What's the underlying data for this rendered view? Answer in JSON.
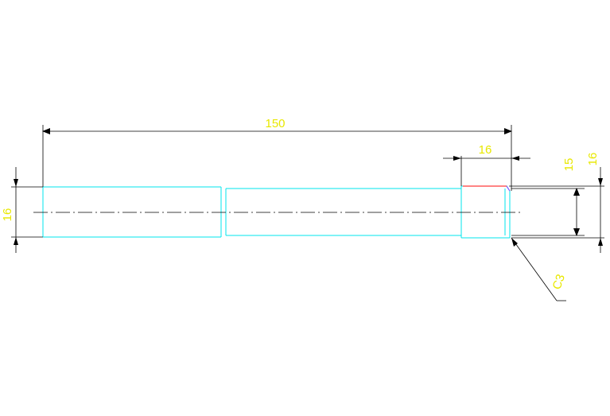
{
  "colors": {
    "page_background": "#ffffff",
    "geometry_line": "#00e5ee",
    "dimension_line": "#000000",
    "dimension_text": "#e8e800",
    "chamfer_line": "#ff3b3b",
    "chamfer_highlight": "#7b5cff"
  },
  "dimensions": {
    "overall_length": "150",
    "left_diameter": "16",
    "end_length": "16",
    "end_diameter_inner": "15",
    "end_diameter_outer": "16",
    "chamfer": "C3"
  }
}
